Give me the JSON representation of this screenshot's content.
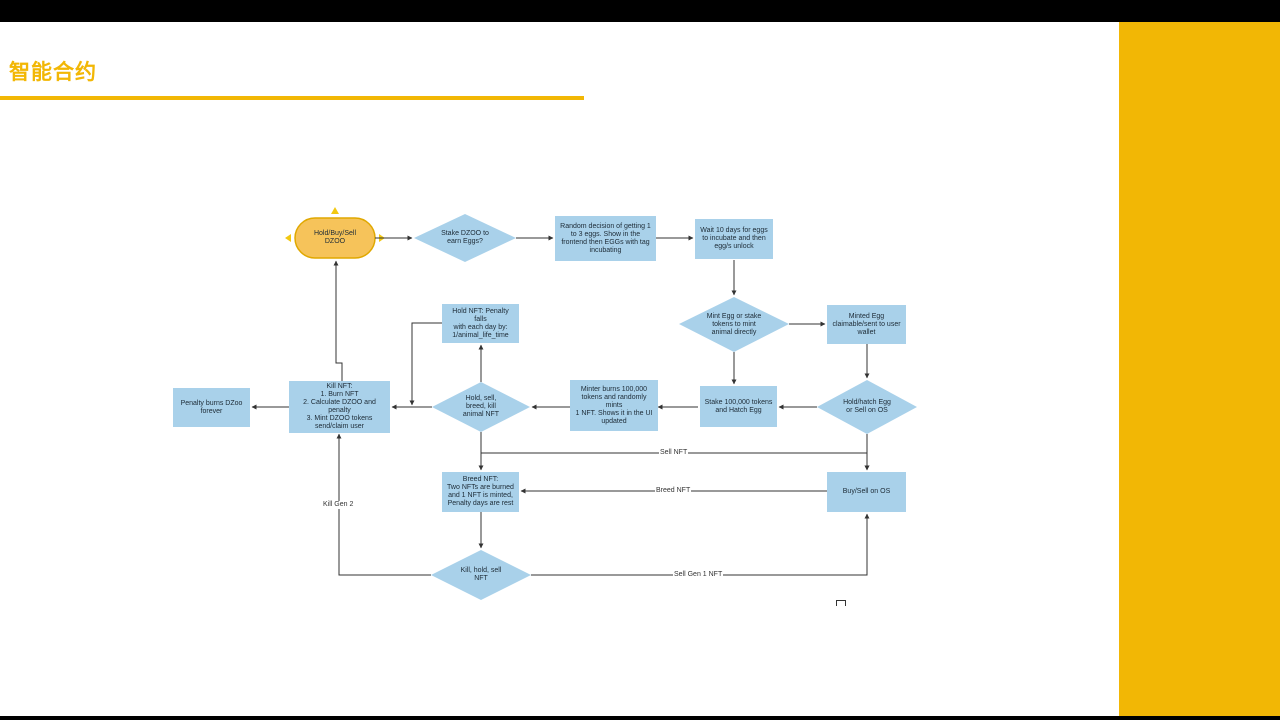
{
  "slide": {
    "title": "智能合约",
    "colors": {
      "accent": "#f2b705",
      "node_fill": "#a9d1ea",
      "start_fill": "#f6c35a"
    }
  },
  "diagram": {
    "nodes": {
      "hold_buy_sell": "Hold/Buy/Sell\nDZOO",
      "stake_dzoo": "Stake DZOO to\nearn Eggs?",
      "random_decision": "Random decision of getting 1\nto 3 eggs. Show in the\nfrontend then EGGs with tag\nincubating",
      "wait_10_days": "Wait 10 days for eggs\nto incubate and then\negg/s unlock",
      "mint_egg_or_stake": "Mint Egg or stake\ntokens to mint\nanimal directly",
      "minted_egg": "Minted Egg\nclaimable/sent to user\nwallet",
      "hold_hatch_egg": "Hold/hatch Egg\nor Sell on OS",
      "stake_100000": "Stake 100,000 tokens\nand Hatch Egg",
      "minter_burns": "Minter burns 100,000\ntokens and randomly mints\n1 NFT. Shows it in the UI\nupdated",
      "hold_sell_breed_kill": "Hold, sell,\nbreed, kill\nanimal NFT",
      "hold_nft_penalty": "Hold NFT: Penalty  falls\nwith each day by:\n1/animal_life_time",
      "kill_nft": "Kill NFT:\n1. Burn NFT\n2. Calculate DZOO and penalty\n3. Mint DZOO tokens\nsend/claim user",
      "penalty_burns": "Penalty burns DZoo\nforever",
      "breed_nft": "Breed NFT:\nTwo NFTs are burned\nand 1 NFT is minted,\nPenalty days are rest",
      "buy_sell_os": "Buy/Sell on OS",
      "kill_hold_sell": "Kill, hold, sell\nNFT"
    },
    "edge_labels": {
      "sell_nft": "Sell NFT",
      "breed_nft": "Breed NFT",
      "kill_gen2": "Kill Gen 2",
      "sell_gen1": "Sell Gen 1 NFT"
    }
  }
}
